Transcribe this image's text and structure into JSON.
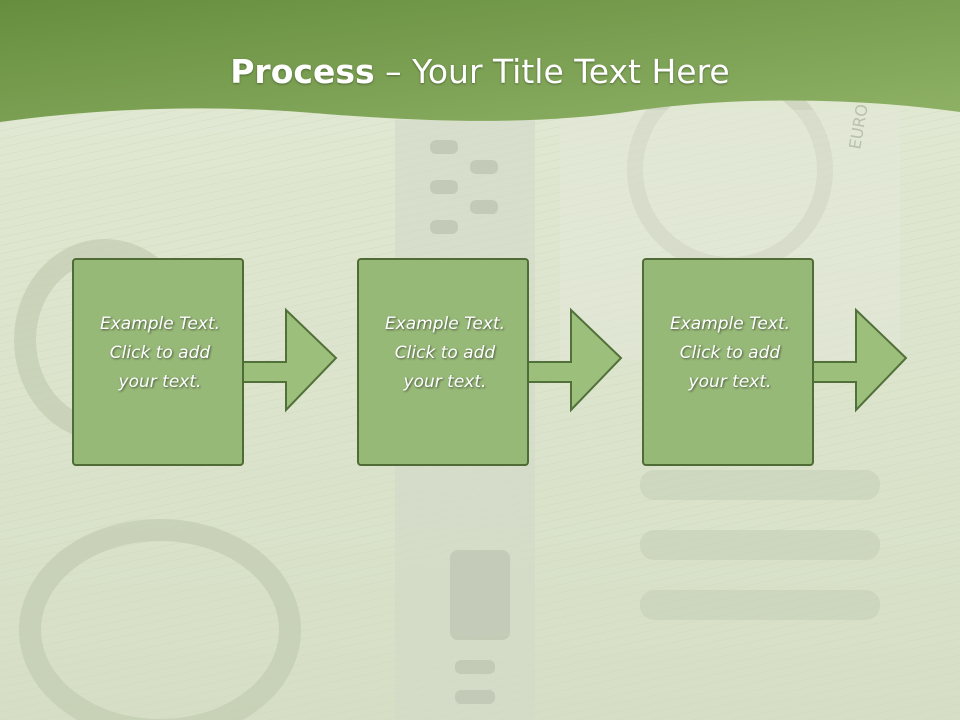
{
  "slide": {
    "title_bold": "Process",
    "title_rest": " – Your Title Text Here",
    "steps": [
      {
        "line1": "Example Text.",
        "line2": "Click  to add",
        "line3": "your text."
      },
      {
        "line1": "Example Text.",
        "line2": "Click  to add",
        "line3": "your text."
      },
      {
        "line1": "Example Text.",
        "line2": "Click  to add",
        "line3": "your text."
      }
    ]
  },
  "colors": {
    "header_green": "#6f9a45",
    "box_fill": "#97b978",
    "box_border": "#4f6b36",
    "arrow_fill": "#9cbf7c"
  },
  "decor": {
    "euro_text": "EURO"
  }
}
